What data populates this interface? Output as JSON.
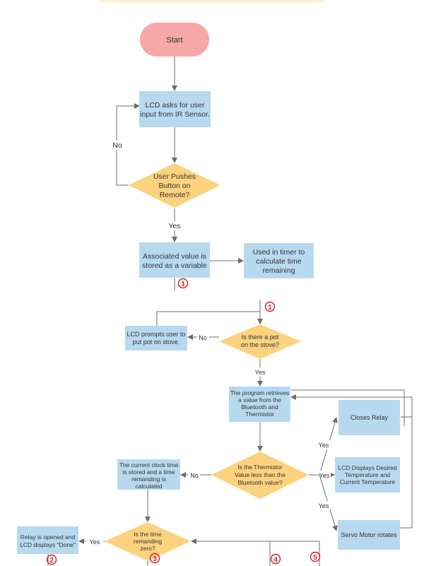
{
  "nodes": {
    "start": "Start",
    "lcd_asks": [
      "LCD asks for user",
      "input from IR Sensor."
    ],
    "user_pushes": [
      "User Pushes",
      "Button on",
      "Remote?"
    ],
    "associated_value": [
      "Associated value is",
      "stored as a variable"
    ],
    "used_in_timer": [
      "Used in timer to",
      "calculate time",
      "remaining"
    ],
    "pot_question": [
      "Is there a pot",
      "on the stove?"
    ],
    "lcd_prompts": [
      "LCD prompts user to",
      "put pot on stove."
    ],
    "program_retrieves": [
      "The program retrieves",
      "a value from the",
      "Bluetooth and",
      "Thermistor"
    ],
    "closes_relay": [
      "Closes Relay"
    ],
    "thermistor_question": [
      "Is the Thermistor",
      "Value less than the",
      "Bluetooth value?"
    ],
    "lcd_displays_temp": [
      "LCD Displays Desired",
      "Temperature and",
      "Current Temperature"
    ],
    "clock_time": [
      "The current clock time",
      "is stored and a time",
      "remanding is",
      "calculated"
    ],
    "servo_rotates": [
      "Servo Motor rotates"
    ],
    "time_zero_question": [
      "Is the time",
      "remanding",
      "zero?"
    ],
    "relay_opened": [
      "Relay is opened and",
      "LCD displays \"Done\""
    ]
  },
  "edges": {
    "no_loop": "No",
    "yes_user": "Yes",
    "no_pot": "No",
    "yes_pot": "Yes",
    "yes_relay": "Yes",
    "yes_lcd": "Yes",
    "yes_servo": "Yes",
    "no_therm": "No",
    "yes_time": "Yes"
  },
  "markers": {
    "m1a": "1",
    "m1b": "1",
    "m2": "2",
    "m3": "3",
    "m4": "4",
    "m5": "5"
  },
  "colors": {
    "start_fill": "#f7a7a7",
    "process_fill": "#b7d9ef",
    "decision_fill": "#fbd27e",
    "marker_color": "#cc2222"
  }
}
